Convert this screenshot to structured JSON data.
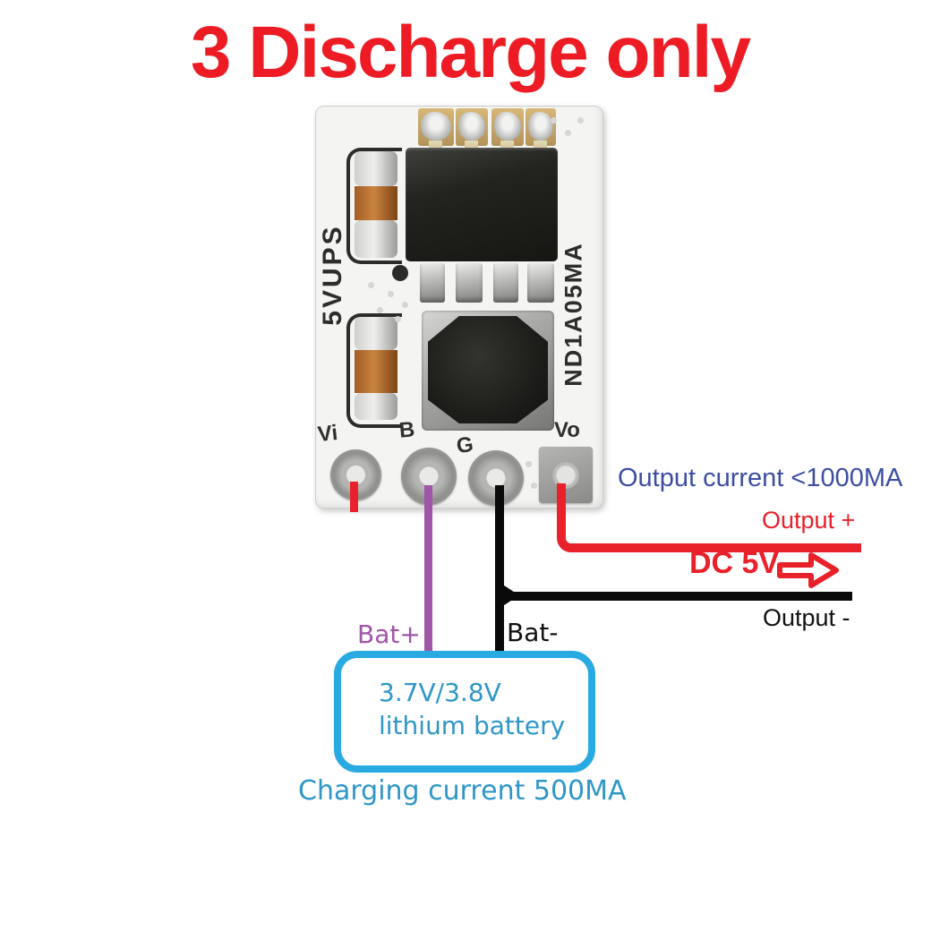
{
  "title": "3 Discharge only",
  "board": {
    "silkscreen_left": "5VUPS",
    "silkscreen_right": "ND1A05MA",
    "pin_labels": [
      "Vi",
      "B",
      "G",
      "Vo"
    ]
  },
  "annotations": {
    "output_current": "Output current <1000MA",
    "output_plus": "Output +",
    "dc_5v": "DC 5V",
    "output_minus": "Output -",
    "bat_plus": "Bat+",
    "bat_minus": "Bat-",
    "battery_line1": "3.7V/3.8V",
    "battery_line2": "lithium battery",
    "charging": "Charging current 500MA"
  },
  "icons": {
    "dc_arrow": "block-arrow-right-icon"
  },
  "colors": {
    "title_red": "#ed1c24",
    "wire_red": "#e8212b",
    "wire_purple": "#9f55a8",
    "wire_black": "#0a0a0a",
    "output_current_blue": "#3d4fa3",
    "battery_teal": "#2e97c8",
    "battery_border_cyan": "#29abe2",
    "capacitor_orange": "#c98340"
  }
}
